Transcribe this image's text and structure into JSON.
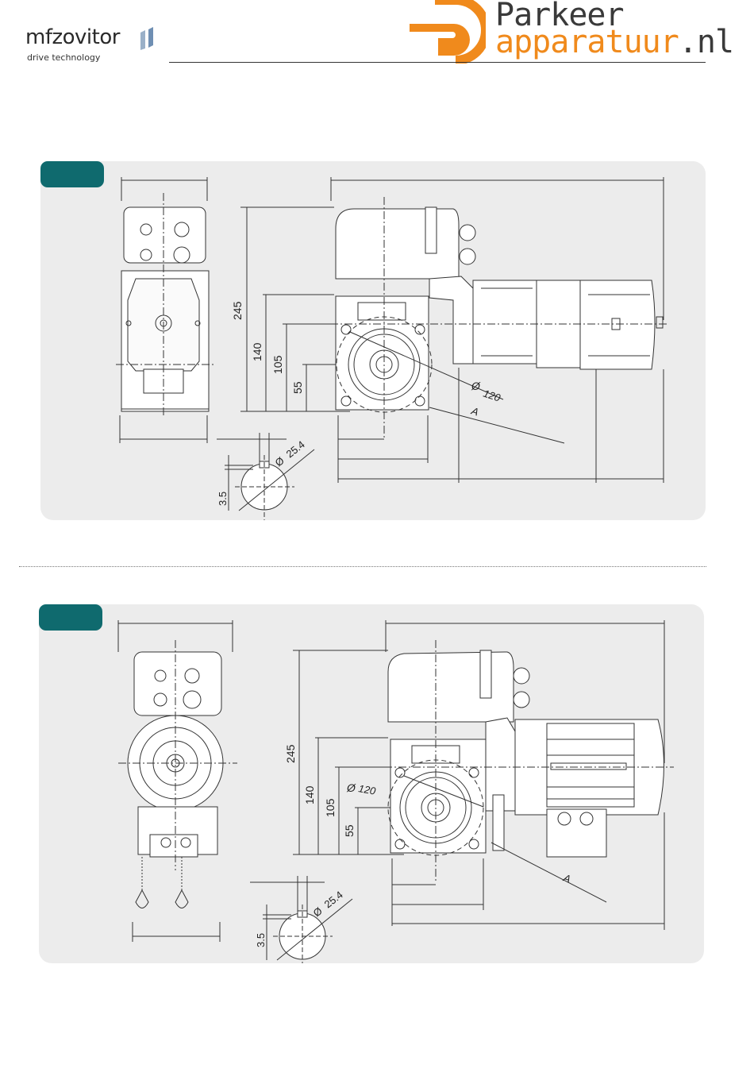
{
  "header": {
    "brand_name": "mfzovitor",
    "brand_tagline": "drive technology",
    "site_line1": "Parkeer",
    "site_line2": "apparatuur",
    "site_tld": ".nl",
    "accent_color": "#f08a1c",
    "teal_color": "#0f6a6e"
  },
  "drawing1": {
    "dim_245": "245",
    "dim_140": "140",
    "dim_105": "105",
    "dim_55": "55",
    "dim_diameter": "120",
    "shaft_diameter": "25.4",
    "key_depth": "3.5",
    "detail_label": "A"
  },
  "drawing2": {
    "dim_245": "245",
    "dim_140": "140",
    "dim_105": "105",
    "dim_55": "55",
    "dim_diameter": "120",
    "shaft_diameter": "25.4",
    "key_depth": "3.5",
    "detail_label": "A"
  }
}
